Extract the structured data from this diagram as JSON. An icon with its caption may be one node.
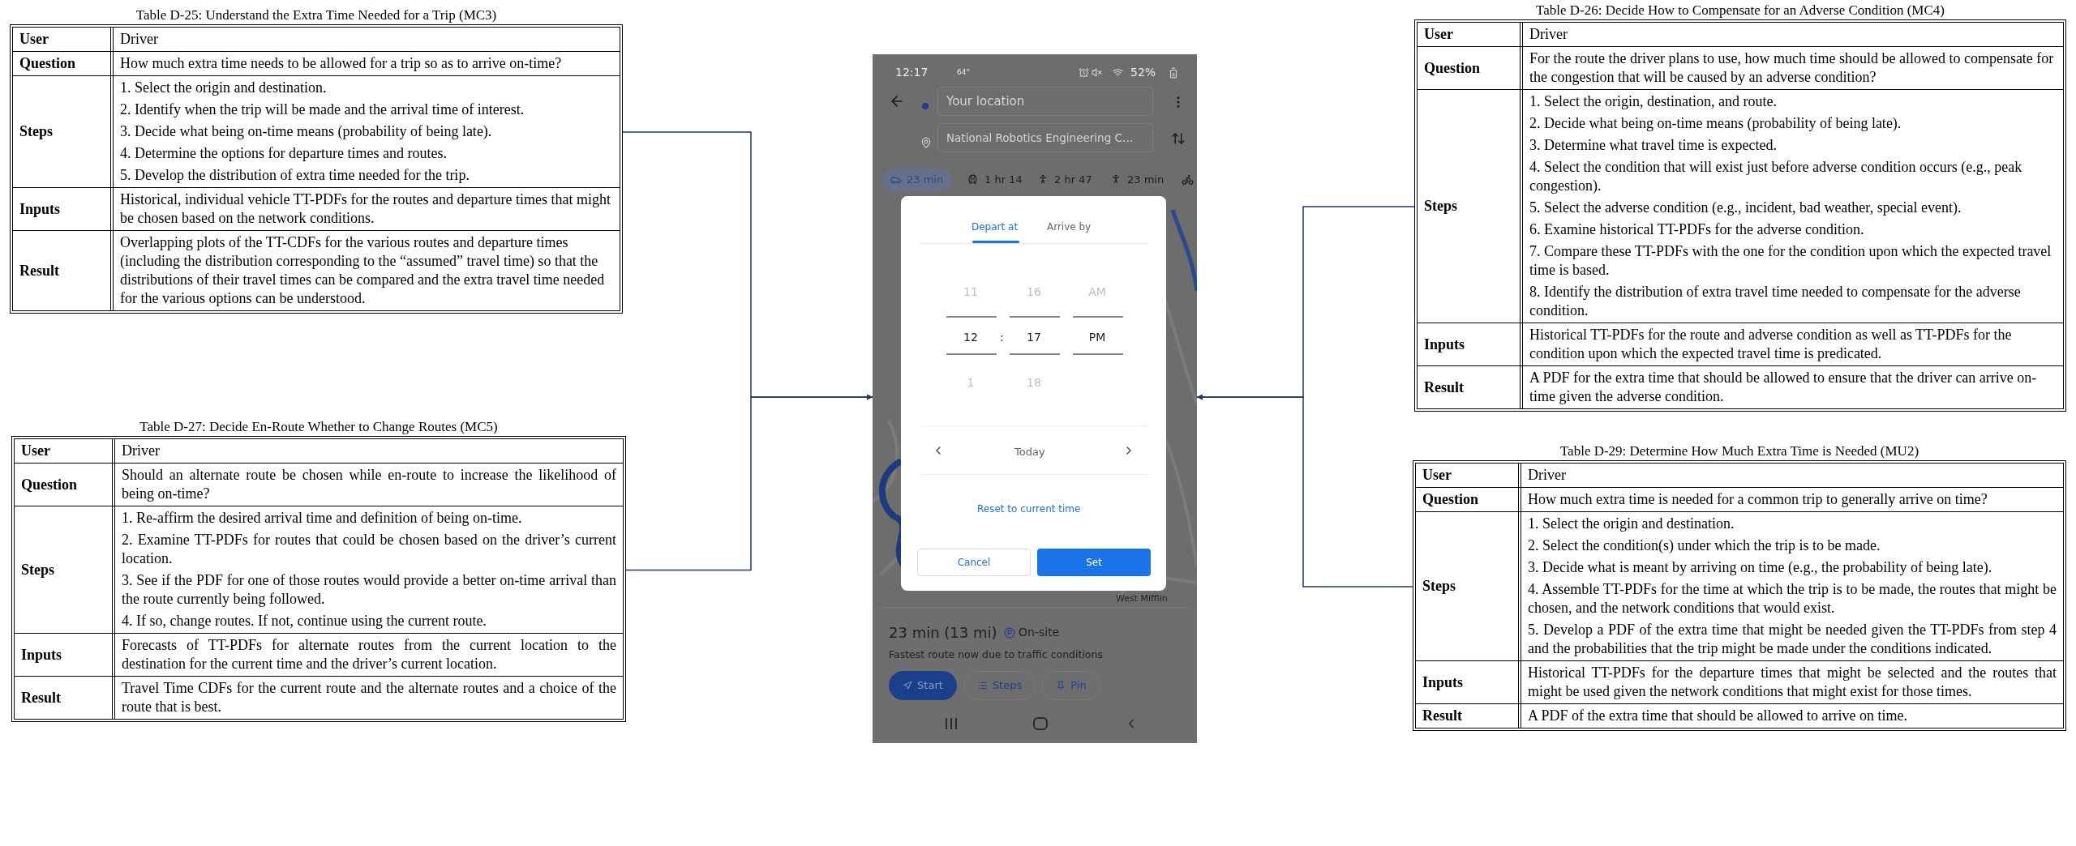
{
  "diagram": {
    "nodes": [
      {
        "text": [
          "Table D-25: Understand the Extra Time Needed for a Trip (MC3)"
        ]
      },
      {
        "text": [
          "User",
          "Driver"
        ],
        "in": 0
      },
      {
        "text": [
          "Question",
          "How much extra time needs to be allowed for a trip so as to arrive on-time?"
        ],
        "in": 0
      },
      {
        "text": [
          "Steps",
          "1. Select the origin and destination.",
          "2. Identify when the trip will be made and the arrival time of interest.",
          "3. Decide what being on-time means (probability of being late).",
          "4. Determine the options for departure times and routes.",
          "5. Develop the distribution of extra time needed for the trip."
        ],
        "in": 0
      },
      {
        "text": [
          "Inputs",
          "Historical, individual vehicle TT-PDFs for the routes and departure times that might be chosen based on the network conditions."
        ],
        "in": 0
      },
      {
        "text": [
          "Result",
          "Overlapping plots of the TT-CDFs for the various routes and departure times (including the distribution corresponding to the “assumed” travel time) so that the distributions of their travel times can be compared and the extra travel time needed for the various options can be understood."
        ],
        "in": 0
      },
      {
        "text": [
          "Table D-27: Decide En-Route Whether to Change Routes (MC5)"
        ]
      },
      {
        "text": [
          "User",
          "Driver"
        ],
        "in": 6
      },
      {
        "text": [
          "Question",
          "Should an alternate route be chosen while en-route to increase the likelihood of being on-time?"
        ],
        "in": 6
      },
      {
        "text": [
          "Steps",
          "1. Re-affirm the desired arrival time and definition of being on-time.",
          "2. Examine TT-PDFs for routes that could be chosen based on the driver’s current location.",
          "3. See if the PDF for one of those routes would provide a better on-time arrival than the route currently being followed.",
          "4. If so, change routes. If not, continue using the current route."
        ],
        "in": 6
      },
      {
        "text": [
          "Inputs",
          "Forecasts of TT-PDFs for alternate routes from the current location to the destination for the current time and the driver’s current location."
        ],
        "in": 6
      },
      {
        "text": [
          "Result",
          "Travel Time CDFs for the current route and the alternate routes and a choice of the route that is best."
        ],
        "in": 6
      },
      {
        "text": [
          "12:17",
          "64°",
          "52%",
          "Your location",
          "National Robotics Engineering C…",
          "23 min",
          "1 hr 14",
          "2 hr 47",
          "23 min",
          "Depart at",
          "Arrive by",
          "11",
          "16",
          "AM",
          "12",
          ":",
          "17",
          "PM",
          "1",
          "18",
          "Today",
          "Reset to current time",
          "Cancel",
          "Set",
          "West Mifflin",
          "23 min (13 mi)",
          "On-site",
          "Fastest route now due to traffic conditions",
          "Start",
          "Steps",
          "Pin"
        ]
      },
      {
        "text": [
          "Table D-26: Decide How to Compensate for an Adverse Condition (MC4)"
        ]
      },
      {
        "text": [
          "User",
          "Driver"
        ],
        "in": 13
      },
      {
        "text": [
          "Question",
          "For the route the driver plans to use, how much time should be allowed to compensate for the congestion that will be caused by an adverse condition?"
        ],
        "in": 13
      },
      {
        "text": [
          "Steps",
          "1. Select the origin, destination, and route.",
          "2. Decide what being on-time means (probability of being late).",
          "3. Determine what travel time is expected.",
          "4. Select the condition that will exist just before adverse condition occurs (e.g., peak congestion).",
          "5. Select the adverse condition (e.g., incident, bad weather, special event).",
          "6. Examine historical TT-PDFs for the adverse condition.",
          "7. Compare these TT-PDFs with the one for the condition upon which the expected travel time is based.",
          "8. Identify the distribution of extra travel time needed to compensate for the adverse condition."
        ],
        "in": 13
      },
      {
        "text": [
          "Inputs",
          "Historical TT-PDFs for the route and adverse condition as well as TT-PDFs for the condition upon which the expected travel time is predicated."
        ],
        "in": 13
      },
      {
        "text": [
          "Result",
          "A PDF for the extra time that should be allowed to ensure that the driver can arrive on-time given the adverse condition."
        ],
        "in": 13
      },
      {
        "text": [
          "Table D-29: Determine How Much Extra Time is Needed (MU2)"
        ]
      },
      {
        "text": [
          "User",
          "Driver"
        ],
        "in": 19
      },
      {
        "text": [
          "Question",
          "How much extra time is needed for a common trip to generally arrive on time?"
        ],
        "in": 19
      },
      {
        "text": [
          "Steps",
          "1. Select the origin and destination.",
          "2. Select the condition(s) under which the trip is to be made.",
          "3. Decide what is meant by arriving on time (e.g., the probability of being late).",
          "4. Assemble TT-PDFs for the time at which the trip is to be made, the routes that might be chosen, and the network conditions that would exist.",
          "5. Develop a PDF of the extra time that might be needed given the TT-PDFs from step 4 and the probabilities that the trip might be made under the conditions indicated."
        ],
        "in": 19
      },
      {
        "text": [
          "Inputs",
          "Historical TT-PDFs for the departure times that might be selected and the routes that might be used given the network conditions that might exist for those times."
        ],
        "in": 19
      },
      {
        "text": [
          "Result",
          "A PDF of the extra time that should be allowed to arrive on time."
        ],
        "in": 19
      }
    ],
    "edges": [
      {
        "from": 3,
        "to": 12,
        "arrow": "to"
      },
      {
        "from": 9,
        "to": 12,
        "arrow": "to"
      },
      {
        "from": 16,
        "to": 12,
        "arrow": "to"
      },
      {
        "from": 22,
        "to": 12,
        "arrow": "to"
      }
    ]
  }
}
